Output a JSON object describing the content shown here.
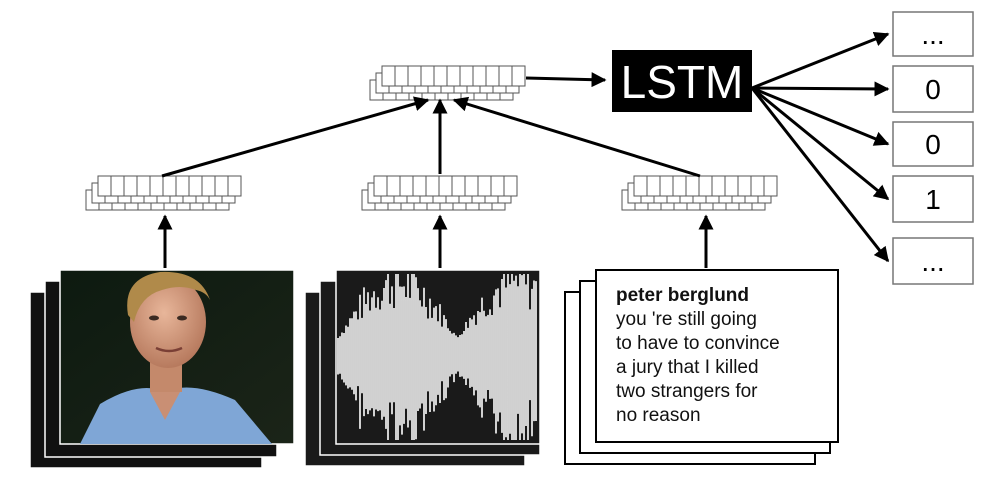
{
  "lstm": {
    "label": "LSTM"
  },
  "outputs": [
    "...",
    "0",
    "0",
    "1",
    "..."
  ],
  "transcript": {
    "speaker": "peter berglund",
    "lines": [
      "you 're still going",
      "to have to convince",
      "a jury that I killed",
      "two  strangers for",
      "no reason"
    ]
  }
}
